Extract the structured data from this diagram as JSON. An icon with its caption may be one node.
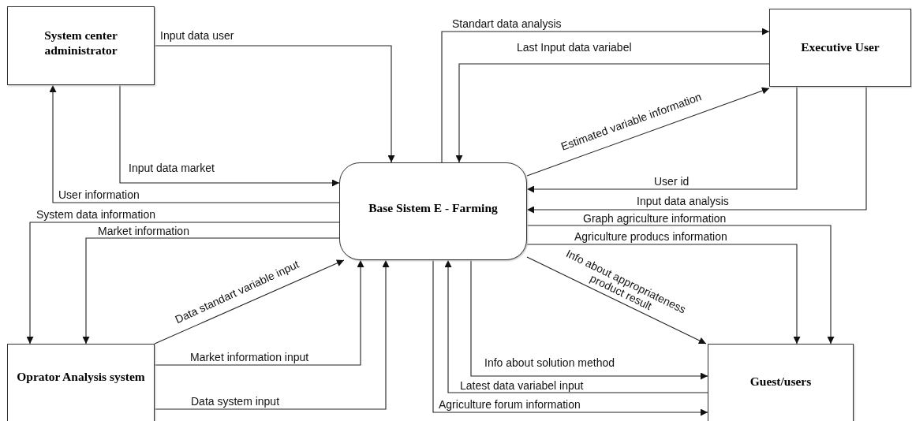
{
  "diagram": {
    "nodes": [
      {
        "text": [
          "System center administrator"
        ]
      },
      {
        "text": [
          "Executive User"
        ]
      },
      {
        "text": [
          "Base Sistem E - Farming"
        ]
      },
      {
        "text": [
          "Oprator Analysis system"
        ]
      },
      {
        "text": [
          "Guest/users"
        ]
      }
    ],
    "edges": [
      {
        "from": 0,
        "to": 2,
        "arrow": "to",
        "label": "Input data user"
      },
      {
        "from": 0,
        "to": 2,
        "arrow": "to",
        "label": "Input data market"
      },
      {
        "from": 2,
        "to": 0,
        "arrow": "to",
        "label": "User information"
      },
      {
        "from": 2,
        "to": 3,
        "arrow": "to",
        "label": "System data information"
      },
      {
        "from": 2,
        "to": 3,
        "arrow": "to",
        "label": "Market information"
      },
      {
        "from": 3,
        "to": 2,
        "arrow": "to",
        "label": "Data standart variable input"
      },
      {
        "from": 3,
        "to": 2,
        "arrow": "to",
        "label": "Market information input"
      },
      {
        "from": 3,
        "to": 2,
        "arrow": "to",
        "label": "Data system input"
      },
      {
        "from": 2,
        "to": 1,
        "arrow": "to",
        "label": "Standart data analysis"
      },
      {
        "from": 1,
        "to": 2,
        "arrow": "to",
        "label": "Last Input data variabel"
      },
      {
        "from": 2,
        "to": 1,
        "arrow": "to",
        "label": "Estimated variable information"
      },
      {
        "from": 1,
        "to": 2,
        "arrow": "to",
        "label": "User id"
      },
      {
        "from": 1,
        "to": 2,
        "arrow": "to",
        "label": "Input data analysis"
      },
      {
        "from": 2,
        "to": 4,
        "arrow": "to",
        "label": "Graph agriculture information"
      },
      {
        "from": 2,
        "to": 4,
        "arrow": "to",
        "label": "Agriculture producs information"
      },
      {
        "from": 2,
        "to": 4,
        "arrow": "to",
        "label": "Info about appropriateness product result"
      },
      {
        "from": 2,
        "to": 4,
        "arrow": "to",
        "label": "Info about solution method"
      },
      {
        "from": 4,
        "to": 2,
        "arrow": "to",
        "label": "Latest data variabel input"
      },
      {
        "from": 2,
        "to": 4,
        "arrow": "to",
        "label": "Agriculture forum information"
      }
    ]
  }
}
